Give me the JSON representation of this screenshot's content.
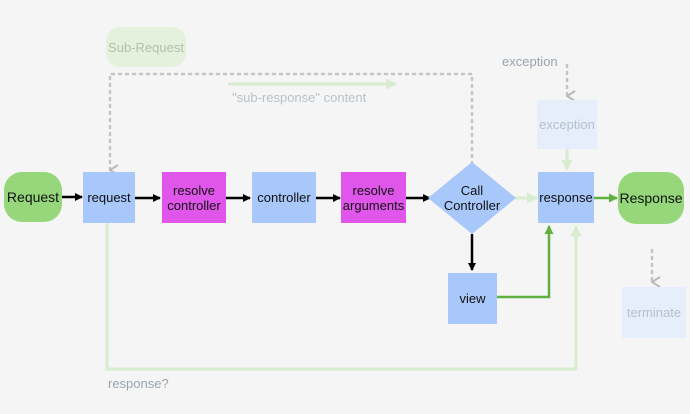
{
  "nodes": {
    "request_start": "Request",
    "request": "request",
    "resolve_controller": "resolve\ncontroller",
    "controller": "controller",
    "resolve_arguments": "resolve\narguments",
    "call_controller": "Call\nController",
    "response": "response",
    "response_end": "Response",
    "view": "view",
    "exception": "exception",
    "terminate": "terminate",
    "sub_request": "Sub-Request"
  },
  "labels": {
    "exception_top": "exception",
    "sub_response_content": "\"sub-response\" content",
    "response_question": "response?"
  },
  "colors": {
    "node_blue": "#a8c7fa",
    "node_magenta": "#e055ea",
    "node_green": "#95d77a",
    "arrow_black": "#000000",
    "arrow_green": "#5fb040",
    "arrow_faded_green": "#d8edcf",
    "dotted_gray": "#b9b9b9"
  }
}
